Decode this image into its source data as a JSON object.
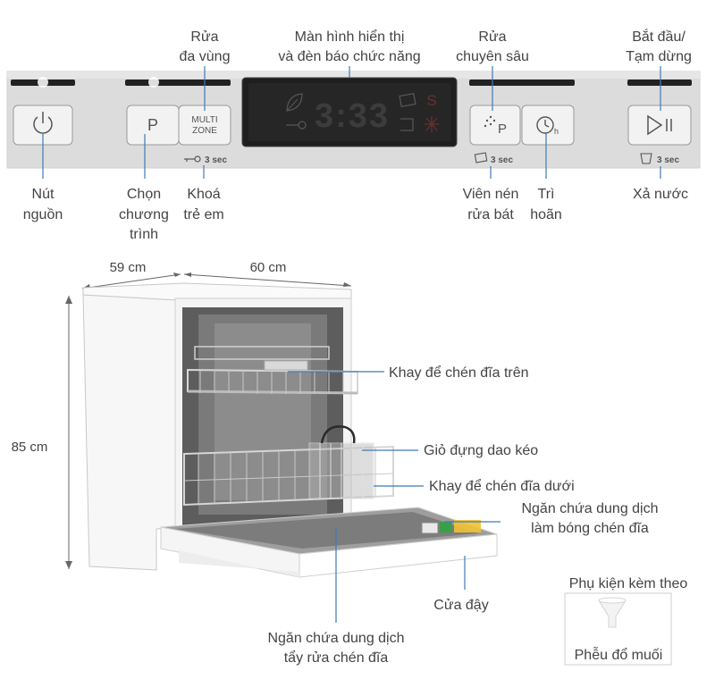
{
  "colors": {
    "leader": "#3f79b8",
    "display_bg": "#1e1e1e",
    "panel": "#dcdcdc",
    "button": "#f2f2f2"
  },
  "panel": {
    "top_labels": {
      "multizone": [
        "Rửa",
        "đa vùng"
      ],
      "display": [
        "Màn hình hiển thị",
        "và đèn báo chức năng"
      ],
      "intensive": [
        "Rửa",
        "chuyên sâu"
      ],
      "start": [
        "Bắt đầu/",
        "Tạm dừng"
      ]
    },
    "bottom_labels": {
      "power": [
        "Nút",
        "nguồn"
      ],
      "program": [
        "Chọn",
        "chương",
        "trình"
      ],
      "child_lock": [
        "Khoá",
        "trẻ em"
      ],
      "tablet": [
        "Viên nén",
        "rửa bát"
      ],
      "delay": [
        "Trì",
        "hoãn"
      ],
      "drain": [
        "Xả nước"
      ]
    },
    "buttons": {
      "program_glyph": "P",
      "multizone_text": [
        "MULTI",
        "ZONE"
      ],
      "intensive_glyph": "P",
      "delay_glyph": "h",
      "start_glyph": "▷II"
    },
    "display_time": "3:33",
    "display_s_glyph": "S",
    "hold_text": "3 sec"
  },
  "dimensions": {
    "depth": "59 cm",
    "width": "60 cm",
    "height": "85 cm"
  },
  "callouts": {
    "upper_rack": "Khay để chén đĩa trên",
    "cutlery_basket": "Giỏ đựng dao kéo",
    "lower_rack": "Khay để chén đĩa dưới",
    "rinse_aid": [
      "Ngăn chứa dung dịch",
      "làm bóng chén đĩa"
    ],
    "door": "Cửa đậy",
    "detergent": [
      "Ngăn chứa dung dịch",
      "tẩy rửa chén đĩa"
    ]
  },
  "accessory": {
    "title": "Phụ kiện kèm theo",
    "item": "Phễu đổ muối"
  }
}
